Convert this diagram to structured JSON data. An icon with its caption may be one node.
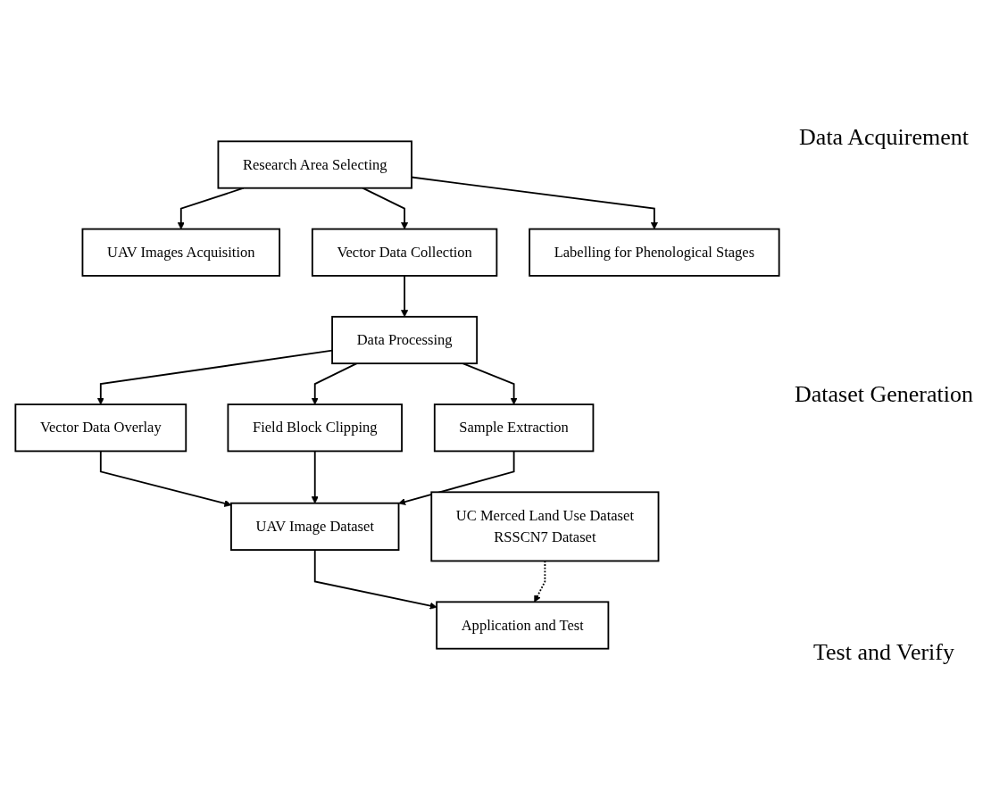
{
  "diagram": {
    "nodes": [
      {
        "text": [
          "Research Area Selecting"
        ]
      },
      {
        "text": [
          "UAV Images Acquisition"
        ]
      },
      {
        "text": [
          "Vector Data Collection"
        ]
      },
      {
        "text": [
          "Labelling for Phenological Stages"
        ]
      },
      {
        "text": [
          "Data Processing"
        ]
      },
      {
        "text": [
          "Vector Data Overlay"
        ]
      },
      {
        "text": [
          "Field Block Clipping"
        ]
      },
      {
        "text": [
          "Sample Extraction"
        ]
      },
      {
        "text": [
          "UAV Image Dataset"
        ]
      },
      {
        "text": [
          "UC Merced Land Use Dataset",
          "RSSCN7 Dataset"
        ]
      },
      {
        "text": [
          "Application and Test"
        ]
      }
    ],
    "edges": [
      {
        "from": 0,
        "to": 1,
        "arrow": "to"
      },
      {
        "from": 0,
        "to": 2,
        "arrow": "to"
      },
      {
        "from": 0,
        "to": 3,
        "arrow": "to"
      },
      {
        "from": 2,
        "to": 4,
        "arrow": "to"
      },
      {
        "from": 4,
        "to": 5,
        "arrow": "to"
      },
      {
        "from": 4,
        "to": 6,
        "arrow": "to"
      },
      {
        "from": 4,
        "to": 7,
        "arrow": "to"
      },
      {
        "from": 5,
        "to": 8,
        "arrow": "to"
      },
      {
        "from": 6,
        "to": 8,
        "arrow": "to"
      },
      {
        "from": 7,
        "to": 8,
        "arrow": "to"
      },
      {
        "from": 8,
        "to": 10,
        "arrow": "to"
      },
      {
        "from": 9,
        "to": 10,
        "arrow": "to",
        "style": "dashed"
      }
    ],
    "labels": [
      "Data Acquirement",
      "Dataset Generation",
      "Test and Verify"
    ]
  }
}
